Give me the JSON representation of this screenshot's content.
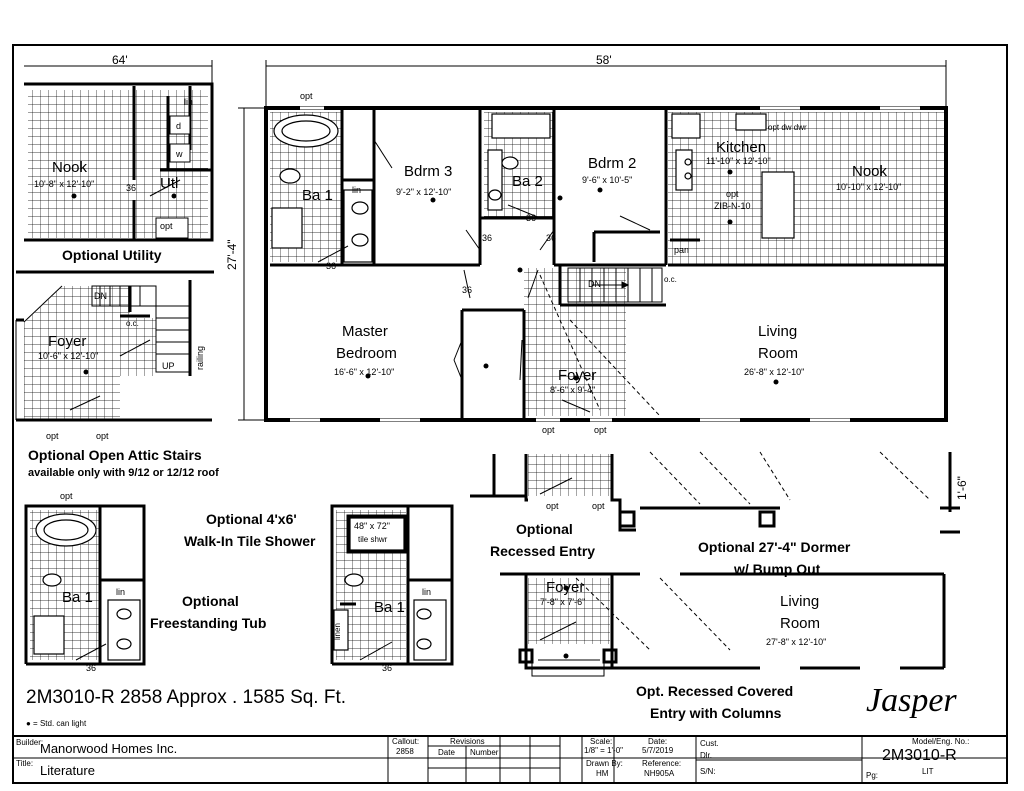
{
  "overall": {
    "width": "58'",
    "depth": "27'-4\""
  },
  "main_plan": {
    "bdrm3": {
      "name": "Bdrm 3",
      "size": "9'-2\" x 12'-10\""
    },
    "bdrm2": {
      "name": "Bdrm 2",
      "size": "9'-6\" x 10'-5\""
    },
    "ba1": {
      "name": "Ba 1"
    },
    "ba2": {
      "name": "Ba 2"
    },
    "kitchen": {
      "name": "Kitchen",
      "size": "11'-10\" x 12'-10\""
    },
    "nook": {
      "name": "Nook",
      "size": "10'-10\" x 12'-10\""
    },
    "master": {
      "name": "Master",
      "name2": "Bedroom",
      "size": "16'-6\" x 12'-10\""
    },
    "living": {
      "name": "Living",
      "name2": "Room",
      "size": "26'-8\" x 12'-10\""
    },
    "foyer": {
      "name": "Foyer",
      "size": "8'-6\" x 9'-4\""
    },
    "labels": {
      "lin": "lin",
      "opt": "opt",
      "d36": "36",
      "dn": "DN",
      "pan": "pan",
      "oc": "o.c.",
      "island": "ZIB-N-10",
      "kopt": "opt dw dwr"
    }
  },
  "util_inset": {
    "width": "64'",
    "nook": {
      "name": "Nook",
      "size": "10'-8\" x 12'-10\""
    },
    "utl": "Utl",
    "caption": "Optional Utility",
    "labels": {
      "lin": "lin",
      "d": "d",
      "w": "w",
      "opt": "opt",
      "d36": "36"
    }
  },
  "attic_inset": {
    "foyer": {
      "name": "Foyer",
      "size": "10'-6\" x 12'-10\""
    },
    "dn": "DN",
    "up": "UP",
    "oc": "o.c.",
    "railing": "railing",
    "opt": "opt",
    "caption": "Optional Open Attic Stairs",
    "caption2": "available only with 9/12 or 12/12 roof"
  },
  "tub_inset": {
    "opt": "opt",
    "ba": "Ba 1",
    "lin": "lin",
    "d36": "36",
    "caption1": "Optional",
    "caption2": "Freestanding Tub"
  },
  "shower_inset": {
    "shower": "48\" x 72\"",
    "shower2": "tile shwr",
    "ba": "Ba 1",
    "lin": "lin",
    "linen": "linen",
    "d36": "36",
    "caption1": "Optional 4'x6'",
    "caption2": "Walk-In Tile Shower"
  },
  "recessed_entry": {
    "caption1": "Optional",
    "caption2": "Recessed Entry",
    "opt": "opt"
  },
  "dormer": {
    "caption1": "Optional 27'-4\" Dormer",
    "caption2": "w/ Bump Out",
    "dim": "1'-6\"",
    "living": {
      "name": "Living",
      "name2": "Room",
      "size": "27'-8\" x 12'-10\""
    },
    "foyer": {
      "name": "Foyer",
      "size": "7'-8\" x 7'-6\""
    },
    "covered1": "Opt. Recessed Covered",
    "covered2": "Entry with Columns"
  },
  "model_line": "2M3010-R 2858  Approx . 1585 Sq. Ft.",
  "legend": "● = Std. can light",
  "brand": "Jasper",
  "title_block": {
    "builder_label": "Builder:",
    "builder": "Manorwood Homes Inc.",
    "title_label": "Title:",
    "title": "Literature",
    "callout_label": "Callout:",
    "callout": "2858",
    "revisions_label": "Revisions",
    "date_label": "Date",
    "number_label": "Number",
    "scale_label": "Scale:",
    "scale": "1/8\" = 1'-0\"",
    "dateb_label": "Date:",
    "date": "5/7/2019",
    "drawn_label": "Drawn By:",
    "drawn": "HM",
    "ref_label": "Reference:",
    "ref": "NH905A",
    "cust_label": "Cust.",
    "dlr_label": "Dlr.",
    "sn_label": "S/N:",
    "model_label": "Model/Eng. No.:",
    "model": "2M3010-R",
    "pg_label": "Pg:",
    "pg": "LIT"
  }
}
